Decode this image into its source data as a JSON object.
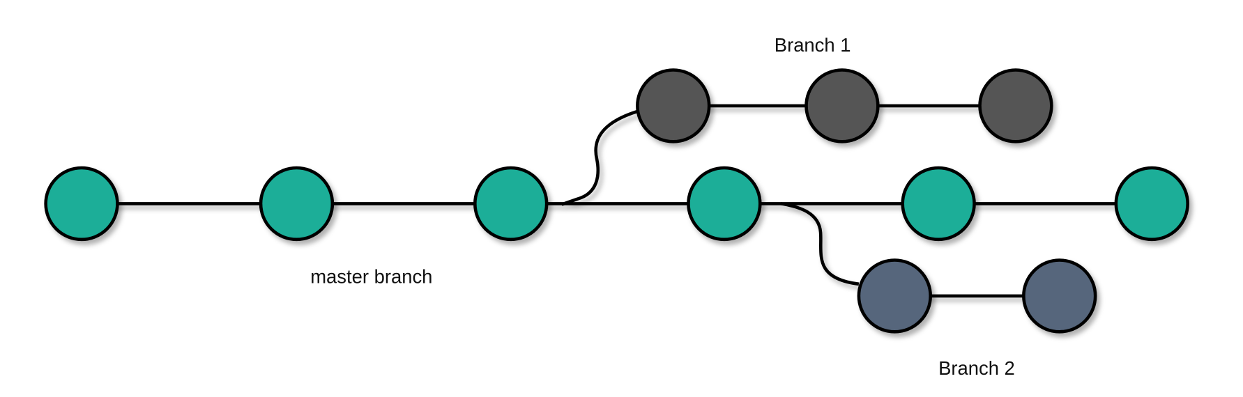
{
  "labels": {
    "branch1": "Branch 1",
    "master": "master branch",
    "branch2": "Branch 2"
  },
  "colors": {
    "master": "#1aae98",
    "branch1": "#555555",
    "branch2": "#56667b",
    "stroke": "#000000"
  },
  "branches": [
    {
      "id": "master",
      "commits": 6
    },
    {
      "id": "branch1",
      "commits": 3,
      "forks_after_master_commit": 3
    },
    {
      "id": "branch2",
      "commits": 2,
      "forks_after_master_commit": 4
    }
  ]
}
